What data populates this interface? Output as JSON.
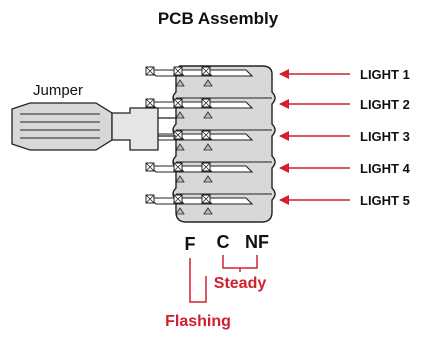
{
  "title": "PCB Assembly",
  "jumper_label": "Jumper",
  "lights": [
    "LIGHT 1",
    "LIGHT 2",
    "LIGHT 3",
    "LIGHT 4",
    "LIGHT 5"
  ],
  "pins": [
    "F",
    "C",
    "NF"
  ],
  "steady_label": "Steady",
  "flashing_label": "Flashing",
  "colors": {
    "accent": "#d0202e",
    "connector_fill": "#d8d8d8",
    "outline": "#222222",
    "text": "#111111"
  }
}
